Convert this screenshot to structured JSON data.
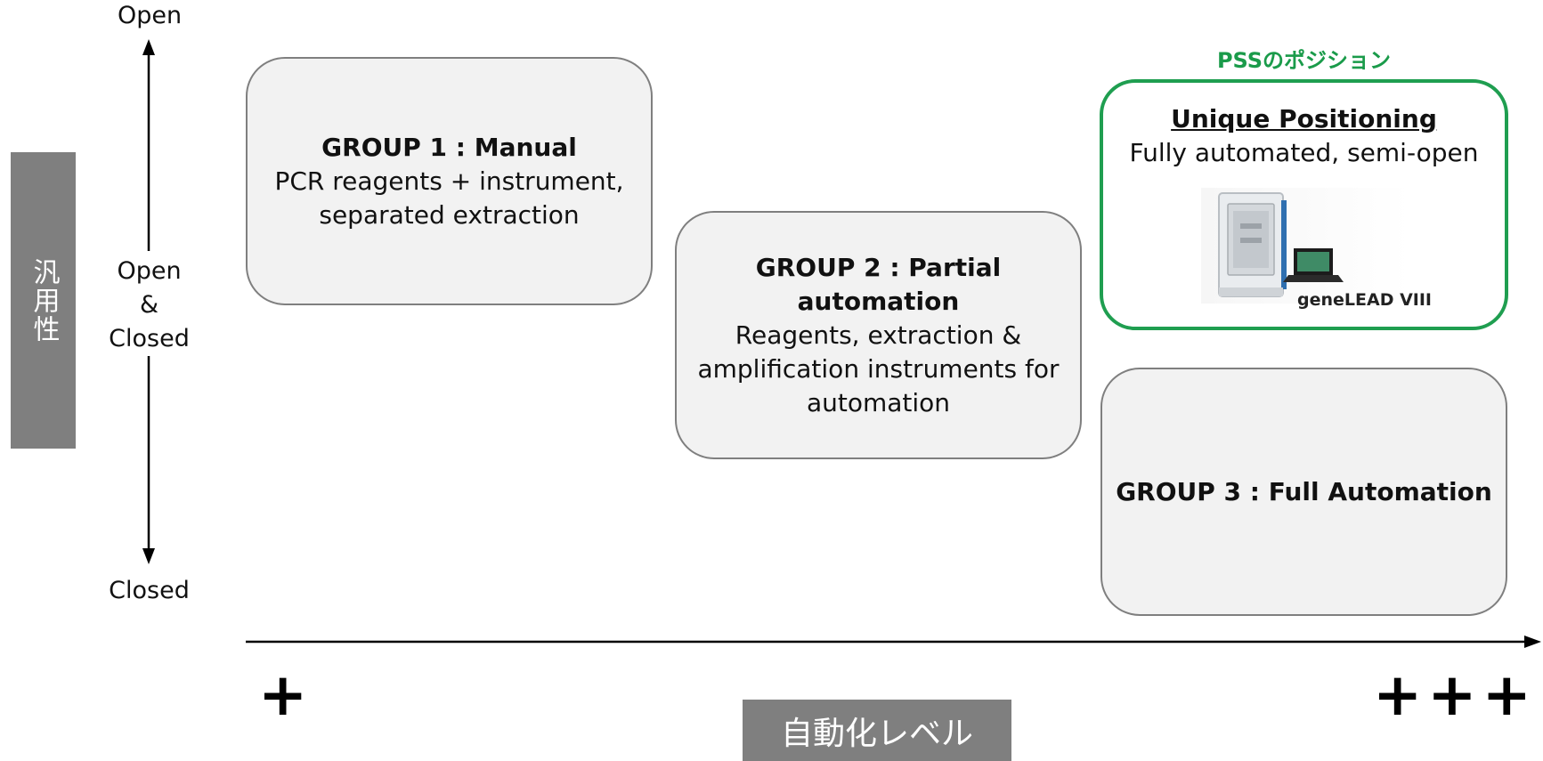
{
  "y_axis": {
    "title": "汎用性",
    "top_label": "Open",
    "middle_label_lines": [
      "Open",
      "&",
      "Closed"
    ],
    "bottom_label": "Closed"
  },
  "x_axis": {
    "title": "自動化レベル",
    "low_label": "+",
    "high_label": "+++"
  },
  "groups": [
    {
      "title": "GROUP 1 :  Manual",
      "lines": [
        "PCR reagents + instrument,",
        "separated extraction"
      ]
    },
    {
      "title": "GROUP 2 : Partial automation",
      "lines": [
        "Reagents, extraction &",
        "amplification instruments for",
        "automation"
      ]
    },
    {
      "title": "GROUP 3 : Full Automation",
      "lines": []
    }
  ],
  "pss": {
    "caption": "PSSのポジション",
    "heading": "Unique Positioning",
    "subheading": "Fully automated, semi-open",
    "device_label": "geneLEAD VIII"
  },
  "colors": {
    "highlight_green": "#1f9e50",
    "label_gray": "#7f7f7f",
    "box_fill": "#f2f2f2"
  }
}
